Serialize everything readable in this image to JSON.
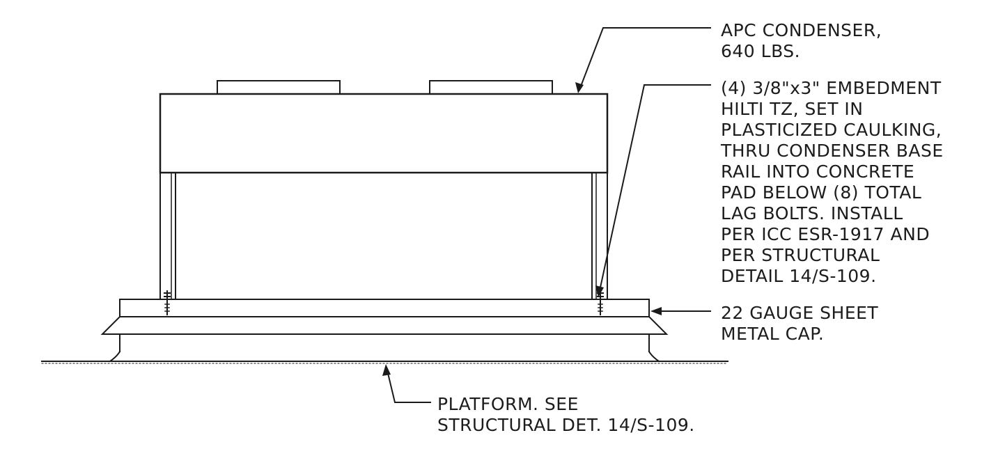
{
  "notes": {
    "condenser": [
      "APC CONDENSER,",
      "640 LBS."
    ],
    "anchors": [
      "(4) 3/8\"x3\" EMBEDMENT",
      "HILTI TZ, SET IN",
      "PLASTICIZED CAULKING,",
      "THRU CONDENSER BASE",
      "RAIL INTO CONCRETE",
      "PAD BELOW (8) TOTAL",
      "LAG BOLTS. INSTALL",
      "PER ICC ESR-1917 AND",
      "PER STRUCTURAL",
      "DETAIL 14/S-109."
    ],
    "cap": [
      "22 GAUGE SHEET",
      "METAL CAP."
    ],
    "platform": [
      "PLATFORM. SEE",
      "STRUCTURAL DET. 14/S-109."
    ]
  },
  "colors": {
    "ink": "#1a1a1a",
    "paper": "#ffffff"
  }
}
